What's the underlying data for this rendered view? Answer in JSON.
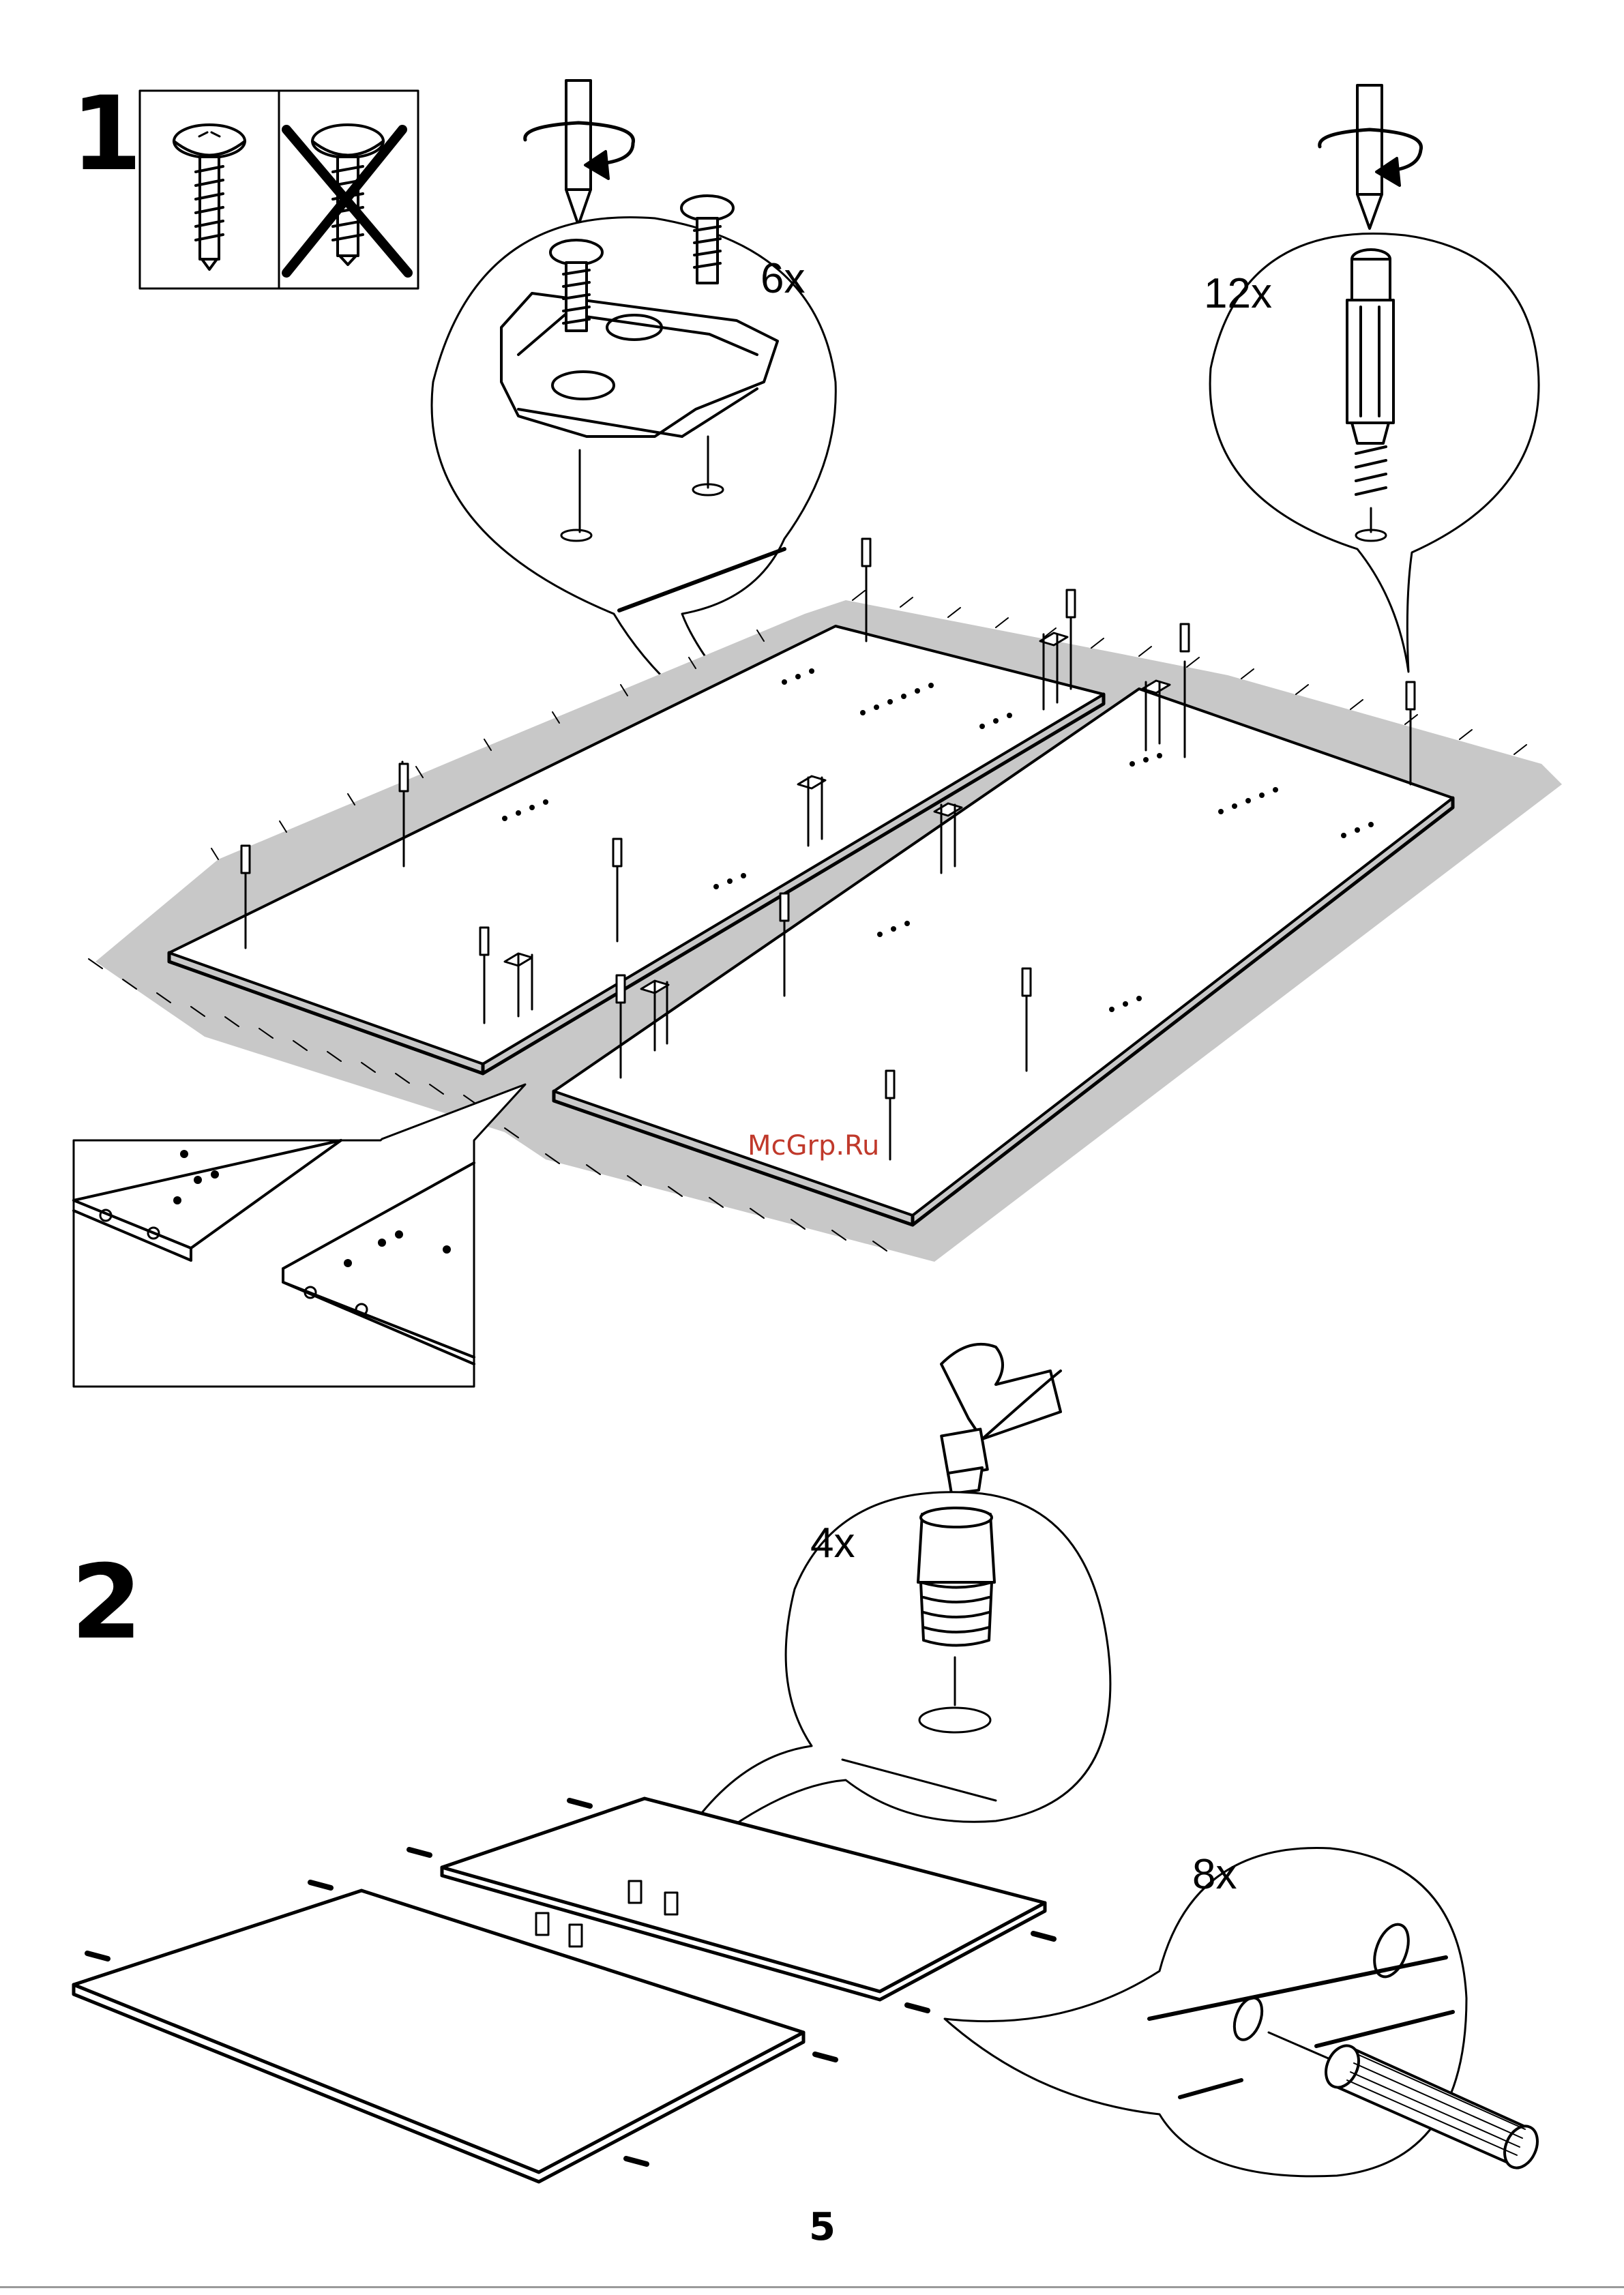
{
  "step1": {
    "number": "1",
    "hinge_screw_qty": "6x",
    "cam_bolt_qty": "12x"
  },
  "step2": {
    "number": "2",
    "dowel_insert_qty": "4x",
    "wood_dowel_qty": "8x"
  },
  "watermark": "McGrp.Ru",
  "page_number": "5",
  "colors": {
    "line": "#000000",
    "floor_shade": "#c8c8c8",
    "watermark": "#c0392b"
  }
}
